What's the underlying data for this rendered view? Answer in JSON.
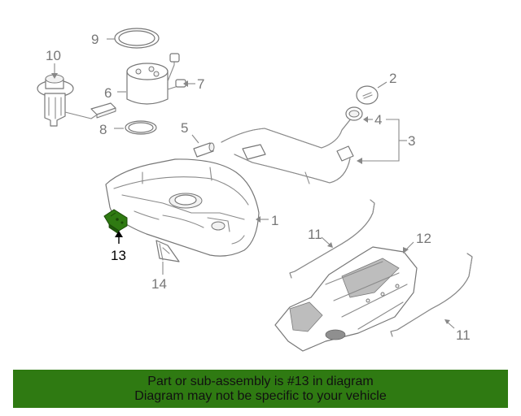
{
  "diagram": {
    "callouts": {
      "c1": "1",
      "c2": "2",
      "c3": "3",
      "c4": "4",
      "c5": "5",
      "c6": "6",
      "c7": "7",
      "c8": "8",
      "c9": "9",
      "c10": "10",
      "c11a": "11",
      "c11b": "11",
      "c12": "12",
      "c13": "13",
      "c14": "14"
    },
    "highlighted_part": "13",
    "highlight_color": "#2f7a12"
  },
  "banner": {
    "line1": "Part or sub-assembly is #13 in diagram",
    "line2": "Diagram may not be specific to your vehicle",
    "background": "#2f7a12"
  }
}
